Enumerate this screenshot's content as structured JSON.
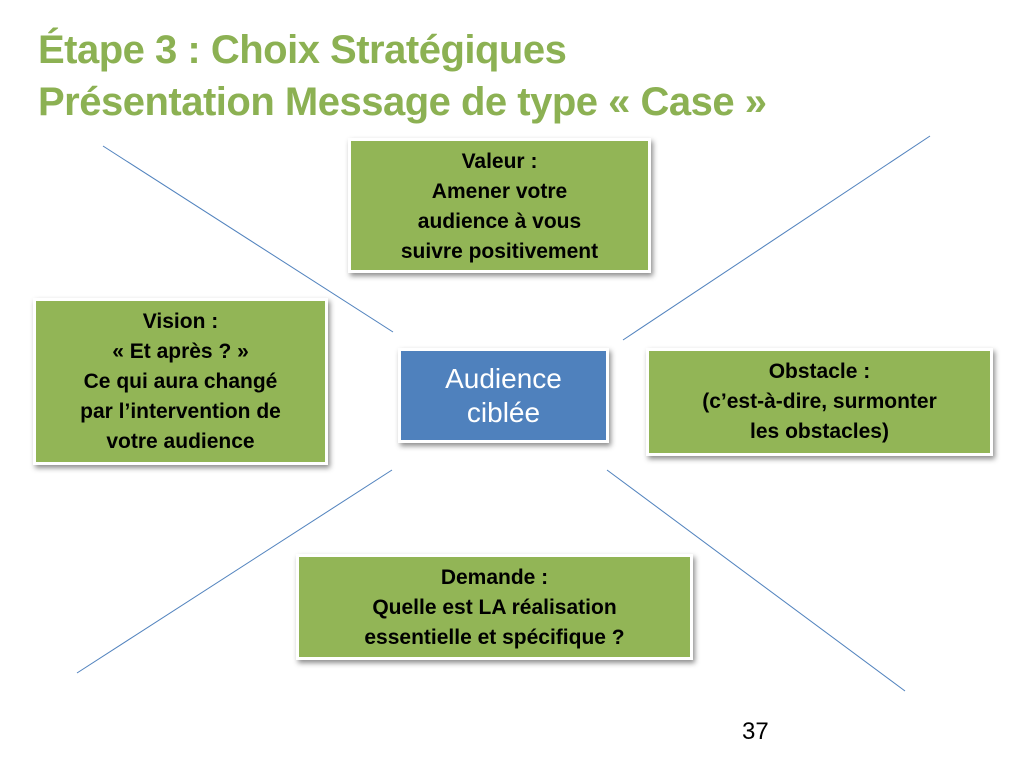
{
  "title": {
    "line1": "Étape 3 : Choix Stratégiques",
    "line2": "Présentation Message de type « Case »"
  },
  "center": {
    "line1": "Audience",
    "line2": "ciblée"
  },
  "boxes": {
    "valeur": [
      "Valeur :",
      "Amener votre",
      "audience à vous",
      "suivre positivement"
    ],
    "vision": [
      "Vision :",
      "« Et après ? »",
      "Ce qui aura changé",
      "par l’intervention de",
      "votre audience"
    ],
    "obstacle": [
      "Obstacle :",
      "(c’est-à-dire, surmonter",
      "les obstacles)"
    ],
    "demande": [
      "Demande :",
      "Quelle est LA réalisation",
      "essentielle et spécifique ?"
    ]
  },
  "page_number": "37",
  "colors": {
    "title_green": "#8cb153",
    "box_green": "#92b556",
    "center_blue": "#4f81bd",
    "line_blue": "#4f81bd"
  }
}
